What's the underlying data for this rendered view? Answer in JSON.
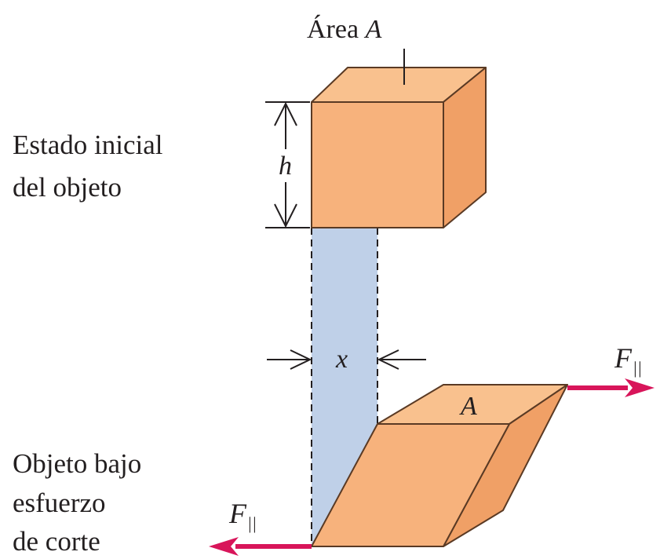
{
  "labels": {
    "area": "Área",
    "area_symbol": "A",
    "initial_state_line1": "Estado inicial",
    "initial_state_line2": "del objeto",
    "height_symbol": "h",
    "displacement_symbol": "x",
    "top_face_symbol": "A",
    "force_symbol": "F",
    "force_subscript": "||",
    "shear_line1": "Objeto bajo",
    "shear_line2": "esfuerzo",
    "shear_line3": "de corte"
  },
  "colors": {
    "box_front": "#f7b27c",
    "box_top": "#f9c18e",
    "box_side": "#f0a066",
    "box_stroke": "#5a3a24",
    "band": "#bfd0e8",
    "force_arrow": "#d8155a",
    "ink": "#231f20"
  }
}
